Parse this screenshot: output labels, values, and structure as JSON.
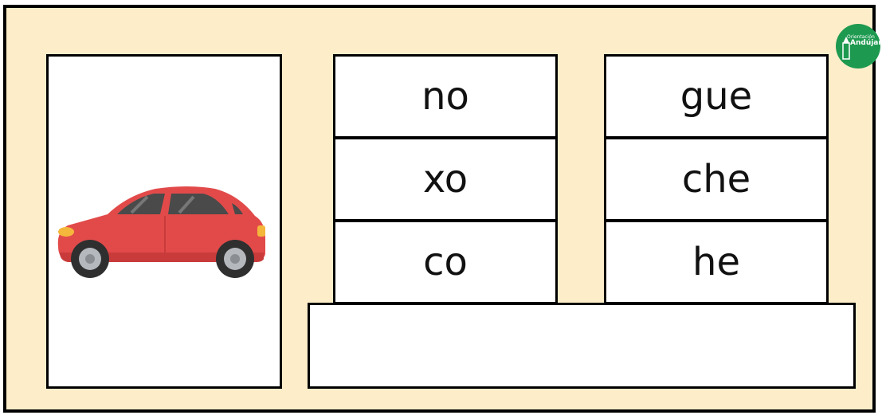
{
  "syllables": {
    "column1": [
      "no",
      "xo",
      "co"
    ],
    "column2": [
      "gue",
      "che",
      "he"
    ]
  },
  "answer": {
    "value": ""
  },
  "logo": {
    "line1": "Orientación",
    "line2": "Andújar"
  },
  "colors": {
    "background": "#fdedc9",
    "car_body": "#e24a4a",
    "logo_green": "#1e9a50"
  },
  "icons": {
    "picture": "red-car-icon",
    "logo": "pencil-icon"
  }
}
